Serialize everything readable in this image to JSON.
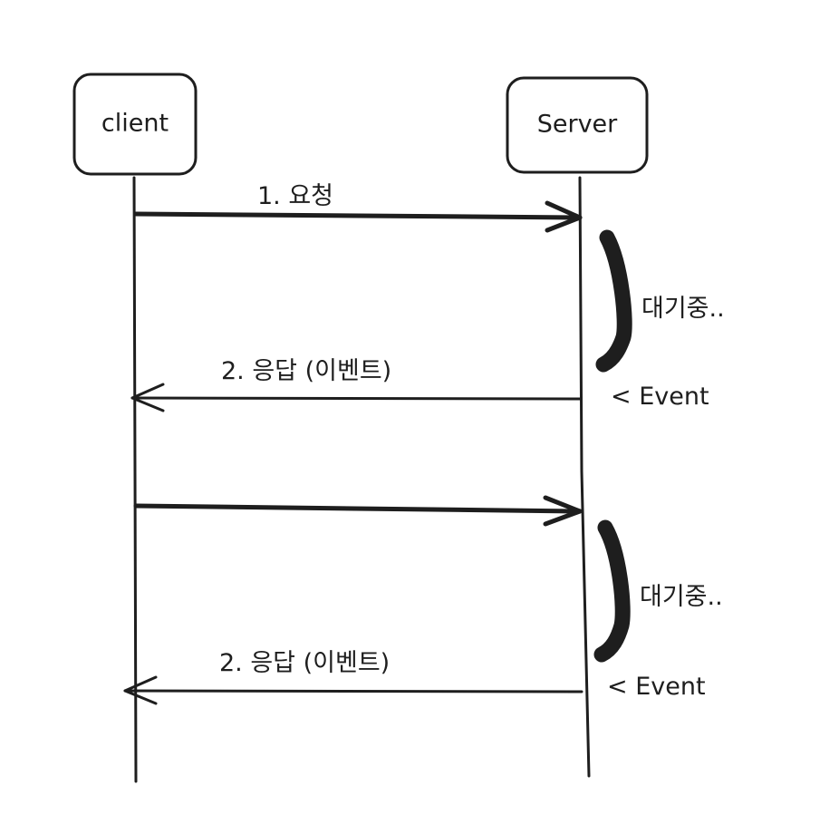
{
  "actors": {
    "client": "client",
    "server": "Server"
  },
  "messages": {
    "request_1": "1. 요청",
    "response_1": "2. 응답 (이벤트)",
    "response_2": "2. 응답 (이벤트)"
  },
  "annotations": {
    "waiting_1": "대기중..",
    "event_1": "< Event",
    "waiting_2": "대기중..",
    "event_2": "< Event"
  },
  "colors": {
    "stroke": "#1e1e1e",
    "background": "#ffffff"
  }
}
